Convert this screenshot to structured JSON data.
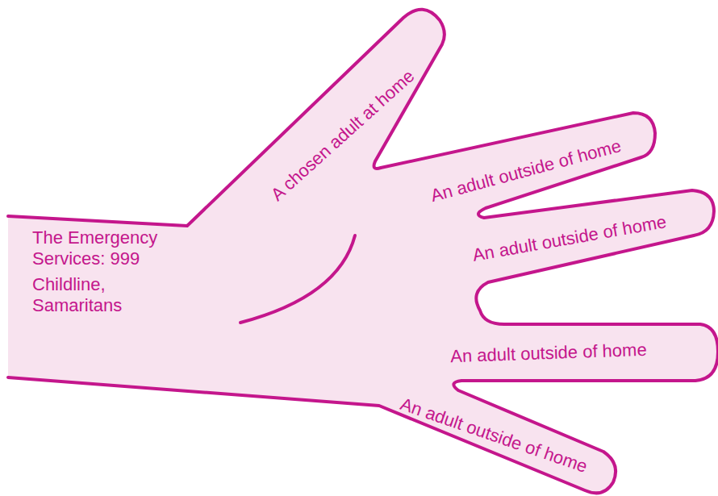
{
  "diagram": {
    "nodes": [
      {
        "text": [
          "A chosen adult at home",
          "An adult outside of home",
          "An adult outside of home",
          "An adult outside of home",
          "An adult outside of home",
          "The Emergency Services: 999",
          "Childline, Samaritans"
        ]
      }
    ]
  }
}
